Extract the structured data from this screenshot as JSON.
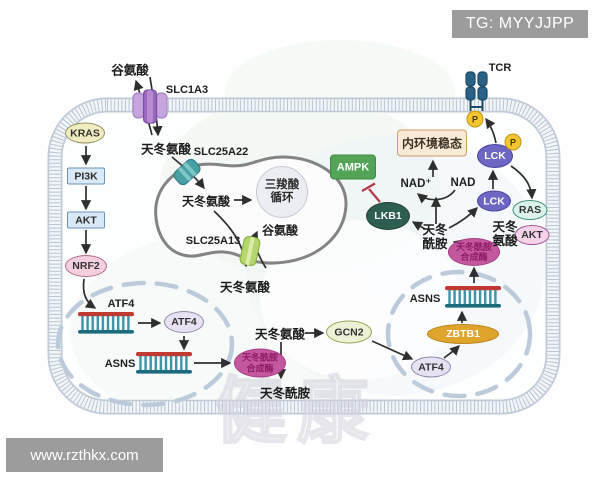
{
  "overlays": {
    "telegram_tag": "TG: MYYJJPP",
    "website": "www.rzthkx.com",
    "faint_watermark": "健康"
  },
  "cell": {
    "transporters": {
      "slc1a3": "SLC1A3",
      "slc25a22": "SLC25A22",
      "slc25a13": "SLC25A13"
    },
    "receptor": {
      "tcr": "TCR",
      "phospho1": "P",
      "phospho2": "P"
    },
    "metabolites": {
      "glutamate_top": "谷氨酸",
      "aspartate_top": "天冬氨酸",
      "aspartate_mito": "天冬氨酸",
      "glutamate_mito": "谷氨酸",
      "aspartate_exported": "天冬氨酸",
      "aspartate_cytosol": "天冬氨酸",
      "asparagine_bottom": "天冬酰胺",
      "asparagine_center": "天冬酰胺",
      "aspartate_right": "天冬氨酸",
      "nad_plus": "NAD⁺",
      "nad": "NAD"
    },
    "proteins": {
      "kras": "KRAS",
      "pi3k": "PI3K",
      "akt": "AKT",
      "nrf2": "NRF2",
      "atf4_gene": "ATF4",
      "atf4_tf_left": "ATF4",
      "asns_gene_left": "ASNS",
      "asns_enzyme_left": "天冬酰胺合成酶",
      "asns_enzyme_right": "天冬酰胺合成酶",
      "gcn2": "GCN2",
      "atf4_tf_right": "ATF4",
      "zbtb1": "ZBTB1",
      "asns_gene_right": "ASNS",
      "ampk": "AMPK",
      "lkb1": "LKB1",
      "lck_upper": "LCK",
      "lck_lower": "LCK",
      "ras": "RAS",
      "akt_right": "AKT"
    },
    "compartments": {
      "tca_cycle": "三羧酸循环",
      "homeostasis": "内环境稳态"
    }
  }
}
